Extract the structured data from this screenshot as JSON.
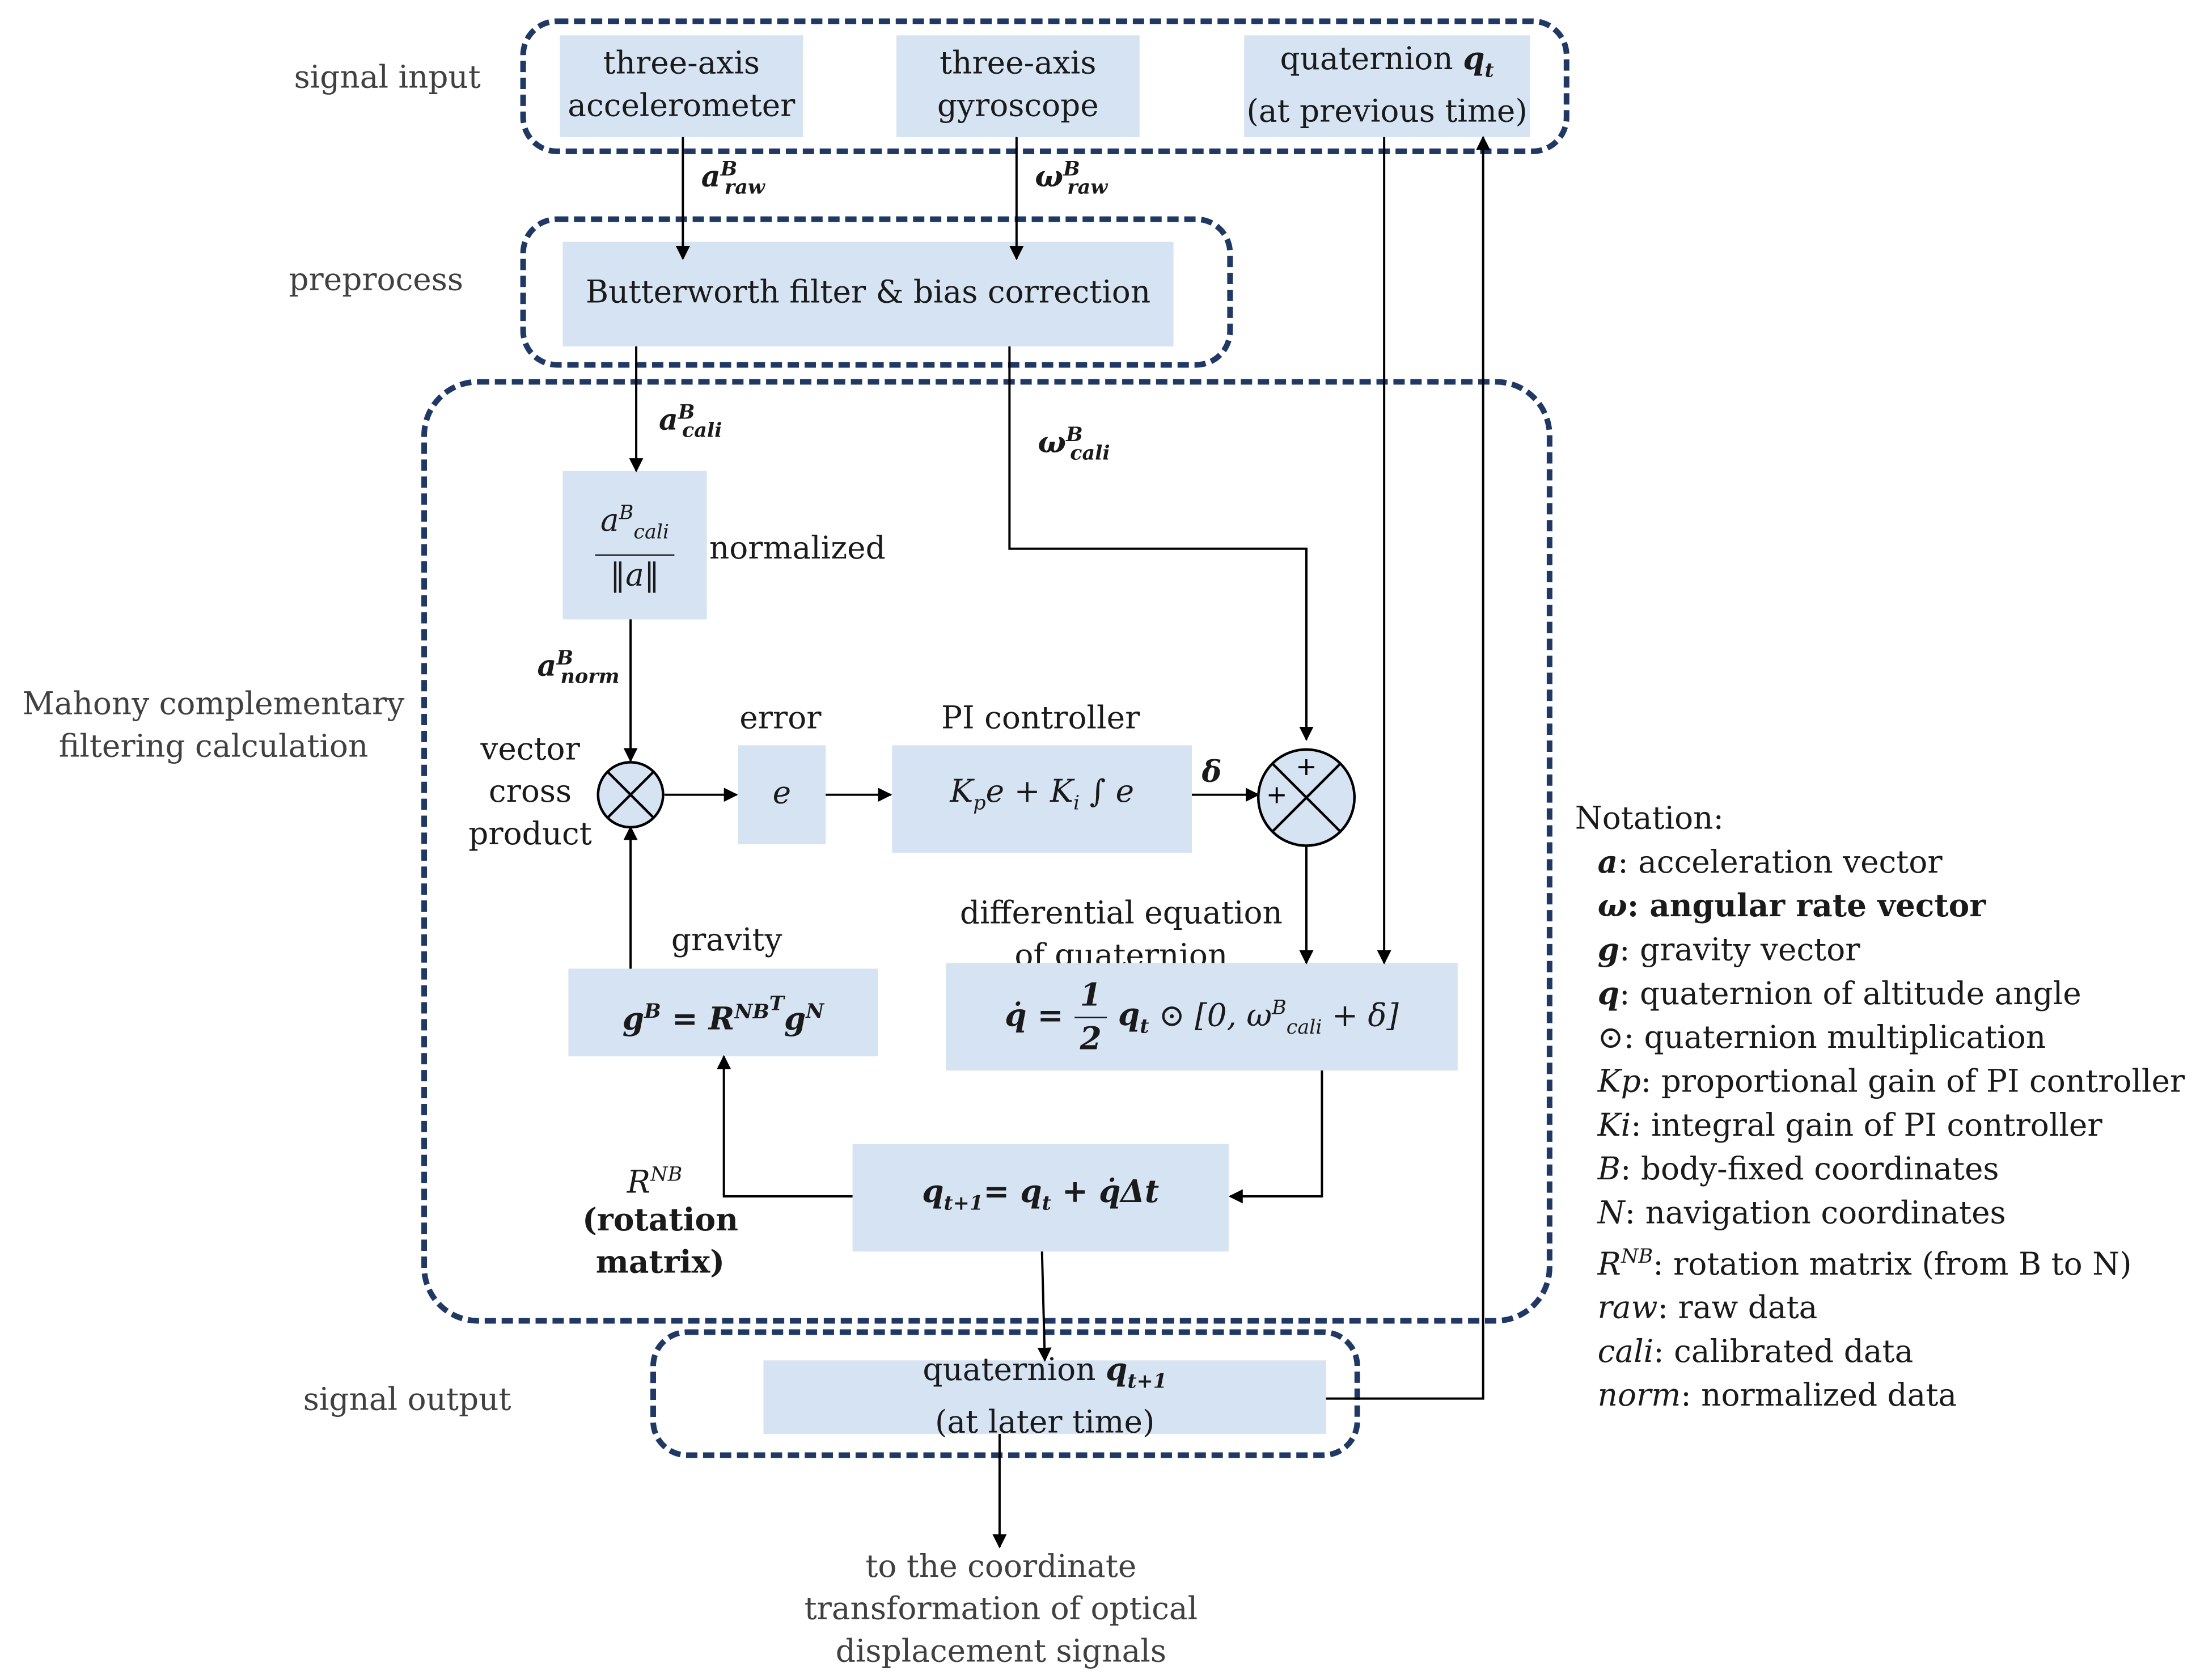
{
  "stages": {
    "signal_input": "signal input",
    "preprocess": "preprocess",
    "mahony": "Mahony complementary\nfiltering calculation",
    "signal_output": "signal output"
  },
  "inputs": {
    "accelerometer": "three-axis\naccelerometer",
    "gyroscope": "three-axis\ngyroscope",
    "quaternion_prev_label": "quaternion",
    "quaternion_prev_note": "(at previous time)"
  },
  "preprocess_box": "Butterworth filter & bias correction",
  "signals": {
    "a_raw": "a",
    "a_raw_sub": "raw",
    "w_raw": "ω",
    "w_raw_sub": "raw",
    "a_cali": "a",
    "a_cali_sub": "cali",
    "w_cali": "ω",
    "w_cali_sub": "cali",
    "a_norm": "a",
    "a_norm_sub": "norm",
    "delta": "δ",
    "sup_B": "B"
  },
  "blocks": {
    "normalized": "normalized",
    "vector_cross_product": "vector\ncross\nproduct",
    "error": "error",
    "pi_controller": "PI controller",
    "gravity": "gravity",
    "diff_eq": "differential equation\nof quaternion",
    "rotation_matrix_label": "(rotation matrix)",
    "R_NB": "R",
    "R_NB_sup": "NB"
  },
  "output": {
    "quaternion_label": "quaternion",
    "later_time": "(at later time)",
    "destination": "to the coordinate\ntransformation of optical\ndisplacement signals"
  },
  "notation": {
    "title": "Notation:",
    "items": [
      {
        "sym": "a",
        "text": ": acceleration vector"
      },
      {
        "sym": "ω",
        "text": ": angular rate vector"
      },
      {
        "sym": "g",
        "text": ": gravity vector"
      },
      {
        "sym": "q",
        "text": ": quaternion of altitude angle"
      },
      {
        "sym": "⊙",
        "text": ": quaternion multiplication"
      },
      {
        "sym": "Kp",
        "text": ": proportional gain of PI controller"
      },
      {
        "sym": "Ki",
        "text": ": integral gain of PI controller"
      },
      {
        "sym": "B",
        "text": ": body-fixed coordinates"
      },
      {
        "sym": "N",
        "text": ": navigation coordinates"
      },
      {
        "sym": "R",
        "sup": "NB",
        "text": ": rotation matrix (from B to N)"
      },
      {
        "sym": "raw",
        "text": ": raw data"
      },
      {
        "sym": "cali",
        "text": ": calibrated data"
      },
      {
        "sym": "norm",
        "text": ": normalized data"
      }
    ]
  },
  "colors": {
    "box_fill": "#d6e3f3",
    "dash_border": "#1f3864",
    "label_gray": "#404040"
  }
}
